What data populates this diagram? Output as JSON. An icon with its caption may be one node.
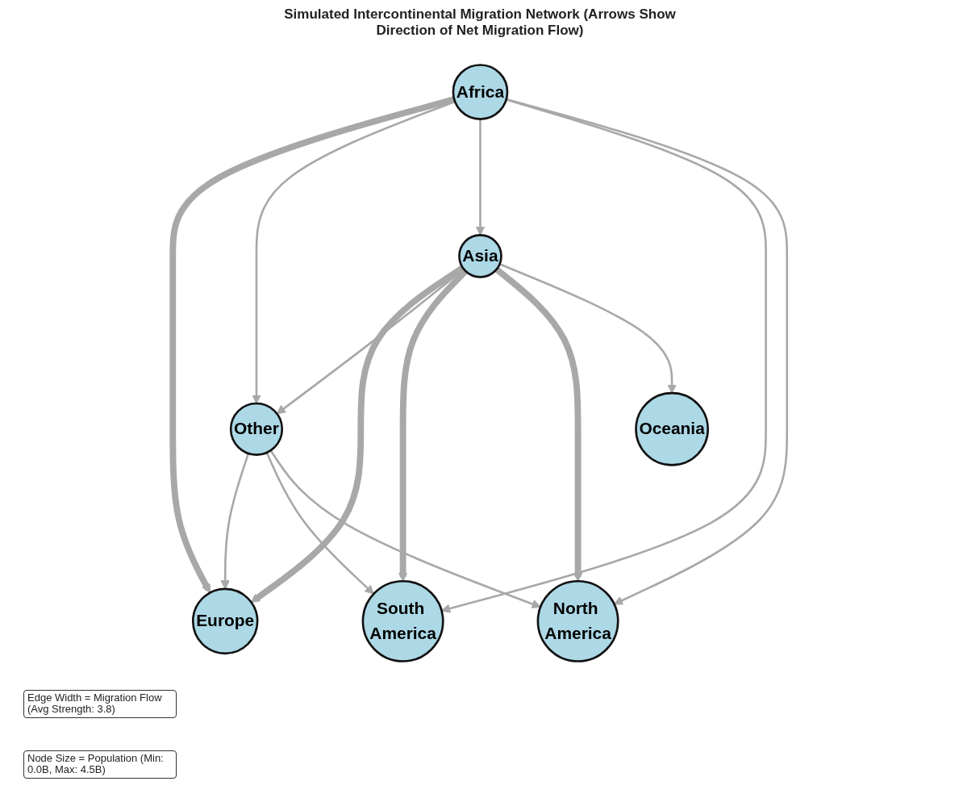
{
  "diagram": {
    "title": "Simulated Intercontinental Migration Network (Arrows Show Direction of Net Migration Flow)",
    "nodes": [
      {
        "text": [
          "Europe"
        ]
      },
      {
        "text": [
          "Other"
        ]
      },
      {
        "text": [
          "Africa"
        ]
      },
      {
        "text": [
          "Asia"
        ]
      },
      {
        "text": [
          "South America"
        ]
      },
      {
        "text": [
          "North America"
        ]
      },
      {
        "text": [
          "Oceania"
        ]
      }
    ],
    "edges": [
      {
        "from": 2,
        "to": 0,
        "arrow": "to",
        "style": "thick"
      },
      {
        "from": 3,
        "to": 0,
        "arrow": "to",
        "style": "thick"
      },
      {
        "from": 1,
        "to": 0,
        "arrow": "to"
      },
      {
        "from": 2,
        "to": 1,
        "arrow": "to"
      },
      {
        "from": 2,
        "to": 3,
        "arrow": "to"
      },
      {
        "from": 3,
        "to": 1,
        "arrow": "to"
      },
      {
        "from": 1,
        "to": 4,
        "arrow": "to"
      },
      {
        "from": 2,
        "to": 4,
        "arrow": "to"
      },
      {
        "from": 3,
        "to": 4,
        "arrow": "to",
        "style": "thick"
      },
      {
        "from": 3,
        "to": 5,
        "arrow": "to",
        "style": "thick"
      },
      {
        "from": 2,
        "to": 5,
        "arrow": "to"
      },
      {
        "from": 1,
        "to": 5,
        "arrow": "to"
      },
      {
        "from": 3,
        "to": 6,
        "arrow": "to"
      }
    ],
    "labels": [
      "Edge Width = Migration Flow (Avg Strength: 3.8)",
      "Node Size = Population (Min: 0.0B, Max: 4.5B)"
    ]
  }
}
